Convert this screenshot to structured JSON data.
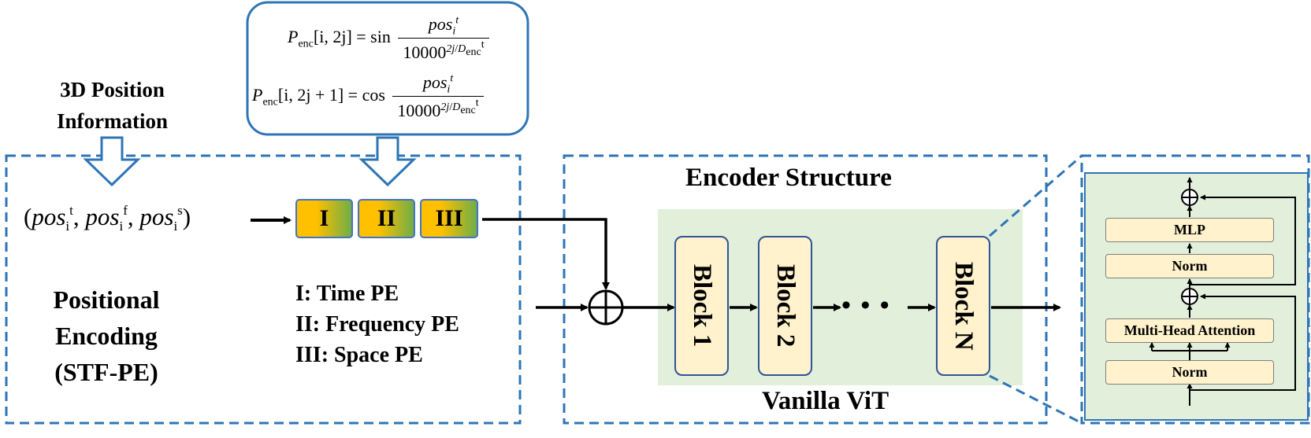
{
  "labels": {
    "position_info_line1": "3D Position",
    "position_info_line2": "Information",
    "pe_title_line1": "Positional",
    "pe_title_line2": "Encoding",
    "pe_title_line3": "(STF-PE)",
    "legend_time": "I: Time PE",
    "legend_frequency": "II: Frequency PE",
    "legend_space": "III: Space PE",
    "encoder_title": "Encoder Structure",
    "vit_label": "Vanilla ViT"
  },
  "pe_boxes": [
    "I",
    "II",
    "III"
  ],
  "blocks": [
    "Block 1",
    "Block 2",
    "Block N"
  ],
  "ellipsis": "• • •",
  "block_detail": {
    "mlp": "MLP",
    "norm_top": "Norm",
    "attention": "Multi-Head Attention",
    "norm_bottom": "Norm"
  },
  "formula": {
    "line1_lhs": "P",
    "line1_sub": "enc",
    "line1_index": "[i, 2j] = sin",
    "line2_index": "[i, 2j + 1] = cos",
    "numerator": "pos",
    "numerator_sub": "i",
    "numerator_sup": "t",
    "denominator": "10000",
    "exp_num": "2j",
    "exp_den": "D",
    "exp_den_sub": "enc",
    "exp_den_sup": "t"
  },
  "posvec": {
    "open": "(",
    "sym": "pos",
    "sub": "i",
    "sup_t": "t",
    "sup_f": "f",
    "sup_s": "s",
    "sep": ", ",
    "close": ")"
  },
  "colors": {
    "dash_border": "#2e75b6",
    "formula_border": "#2e75b6",
    "green_bg": "#e2efda",
    "block_fill": "#fff2cc",
    "block_border": "#2f5597",
    "hollow_arrow": "#2e75b6"
  }
}
